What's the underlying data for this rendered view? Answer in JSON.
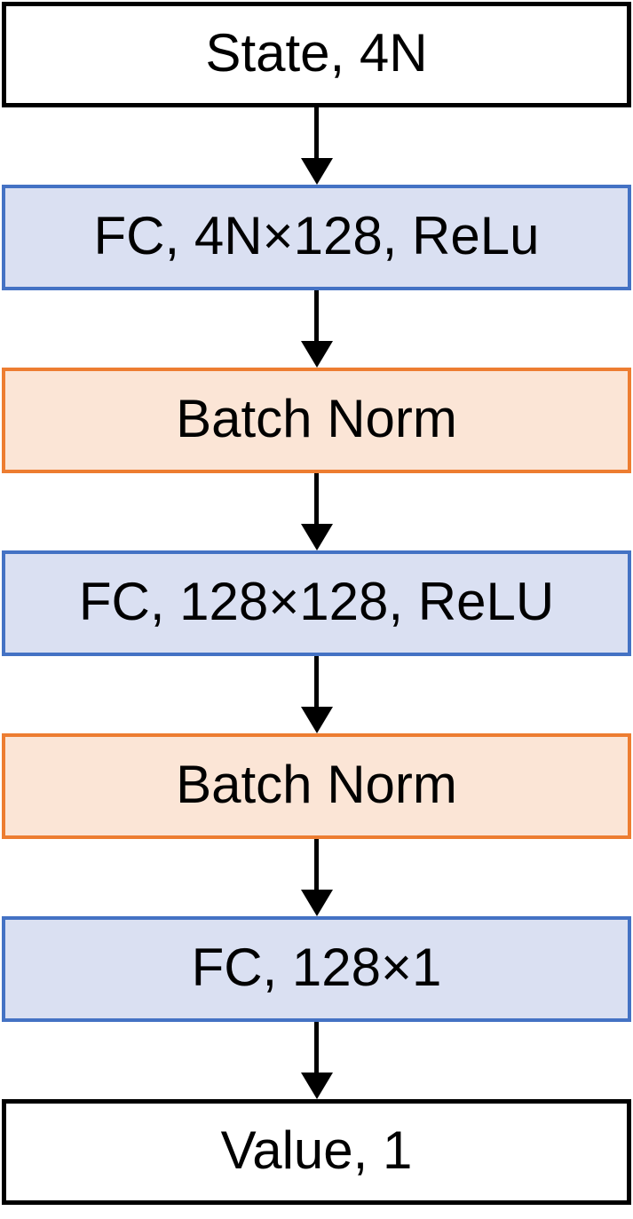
{
  "diagram": {
    "description": "vertical-flowchart",
    "nodes": [
      {
        "label": "State, 4N",
        "type": "io"
      },
      {
        "label": "FC, 4N×128, ReLu",
        "type": "fc"
      },
      {
        "label": "Batch Norm",
        "type": "bn"
      },
      {
        "label": "FC, 128×128, ReLU",
        "type": "fc"
      },
      {
        "label": "Batch Norm",
        "type": "bn"
      },
      {
        "label": "FC, 128×1",
        "type": "fc"
      },
      {
        "label": "Value, 1",
        "type": "io"
      }
    ],
    "edges": [
      {
        "from": 0,
        "to": 1,
        "style": "arrow-down"
      },
      {
        "from": 1,
        "to": 2,
        "style": "arrow-down"
      },
      {
        "from": 2,
        "to": 3,
        "style": "arrow-down"
      },
      {
        "from": 3,
        "to": 4,
        "style": "arrow-down"
      },
      {
        "from": 4,
        "to": 5,
        "style": "arrow-down"
      },
      {
        "from": 5,
        "to": 6,
        "style": "arrow-down"
      }
    ],
    "colors": {
      "io_border": "#000000",
      "io_fill": "#ffffff",
      "fc_border": "#4472c4",
      "fc_fill": "#dae0f2",
      "bn_border": "#ed7d31",
      "bn_fill": "#fbe5d6",
      "arrow": "#000000",
      "text": "#000000"
    }
  }
}
